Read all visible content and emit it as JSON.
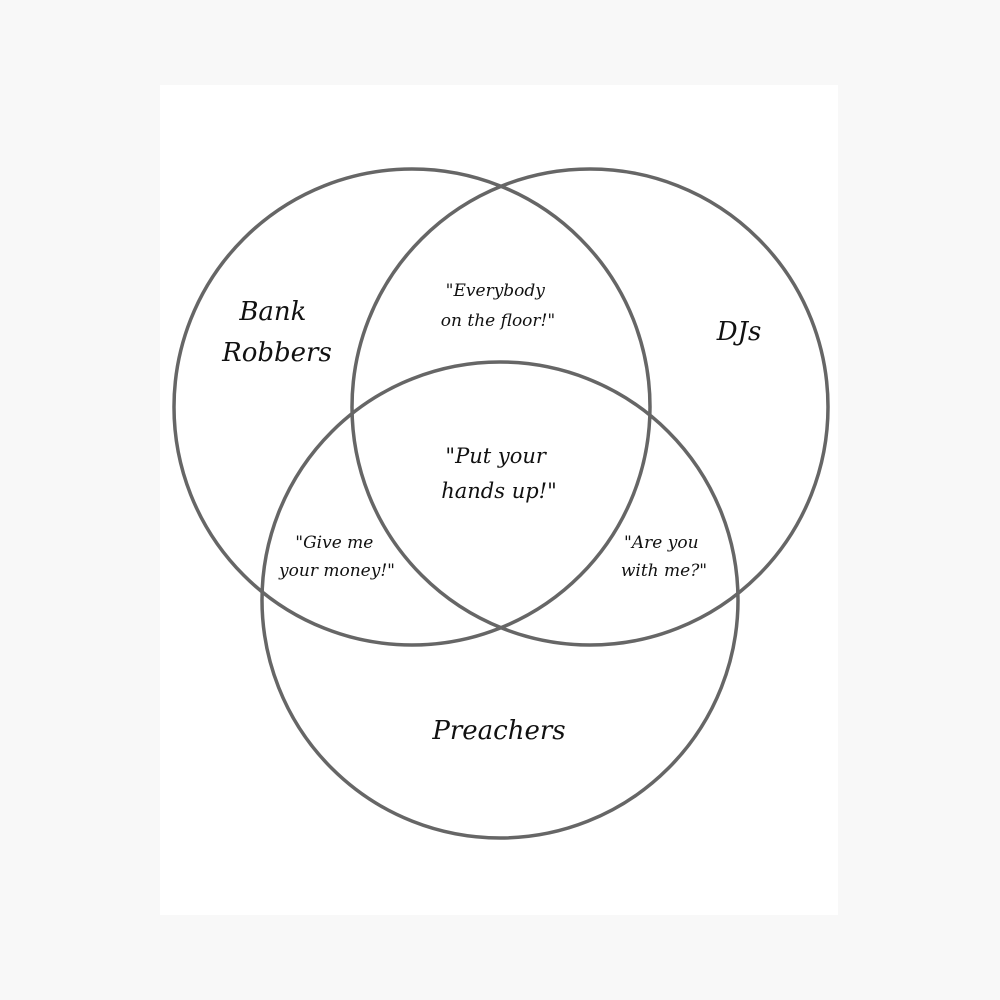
{
  "sets": {
    "left": {
      "line1": "Bank",
      "line2": "Robbers"
    },
    "right": {
      "label": "DJs"
    },
    "bottom": {
      "label": "Preachers"
    }
  },
  "intersections": {
    "left_right": {
      "line1": "\"Everybody",
      "line2": "on the floor!\""
    },
    "left_bottom": {
      "line1": "\"Give me",
      "line2": "your money!\""
    },
    "right_bottom": {
      "line1": "\"Are you",
      "line2": "with me?\""
    },
    "all": {
      "line1": "\"Put your",
      "line2": "hands up!\""
    }
  },
  "colors": {
    "stroke": "#666666",
    "background": "#f8f8f8",
    "paper": "#ffffff"
  }
}
